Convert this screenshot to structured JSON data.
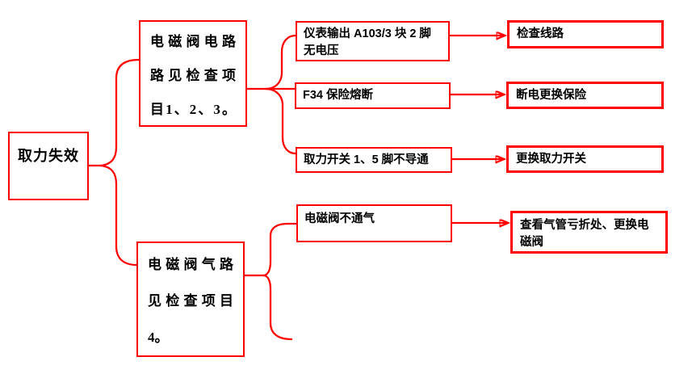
{
  "colors": {
    "line": "#ff0000",
    "text": "#000000",
    "background": "#ffffff"
  },
  "diagram": {
    "root": {
      "label": "取力失效"
    },
    "electric_branch": {
      "full_text": "电磁阀电路路见检查项目1、2、3。",
      "lines": [
        "电磁阀电路",
        "路见检查项",
        "目1、2、3。"
      ]
    },
    "air_branch": {
      "full_text": "电磁阀气路见检查项目4。",
      "lines": [
        "电磁阀气路",
        "见检查项目",
        "4。"
      ]
    },
    "causes": [
      {
        "fault": "仪表输出 A103/3 块 2 脚无电压",
        "remedy": "检查线路"
      },
      {
        "fault": "F34 保险熔断",
        "remedy": "断电更换保险"
      },
      {
        "fault": "取力开关 1、5 脚不导通",
        "remedy": "更换取力开关"
      },
      {
        "fault": "电磁阀不通气",
        "remedy": "查看气管亏折处、更换电磁阀"
      }
    ]
  }
}
